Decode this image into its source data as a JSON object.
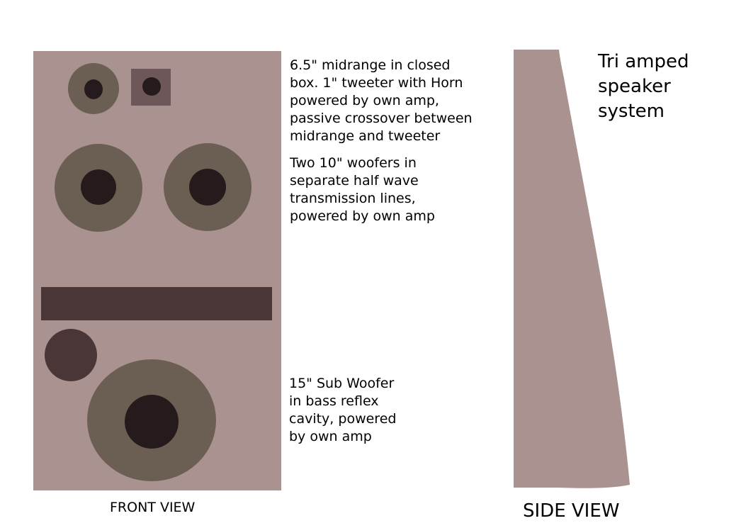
{
  "title": "Tri amped\nspeaker\nsystem",
  "annotations": {
    "midrange": "6.5\" midrange in closed\nbox. 1\" tweeter with Horn\npowered by own amp,\npassive crossover between\nmidrange and tweeter",
    "woofers": "Two 10\" woofers in\nseparate half wave\ntransmission lines,\npowered by own amp",
    "subwoofer": "15\" Sub Woofer\nin bass reflex\ncavity, powered\nby own amp"
  },
  "labels": {
    "front_view": "FRONT VIEW",
    "side_view": "SIDE VIEW"
  },
  "colors": {
    "cabinet": "#aa9290",
    "driver_cone": "#6b5e52",
    "driver_center": "#261b1c",
    "tweeter_horn": "#6d5758",
    "dark_panel": "#4a3637",
    "background": "#ffffff"
  }
}
